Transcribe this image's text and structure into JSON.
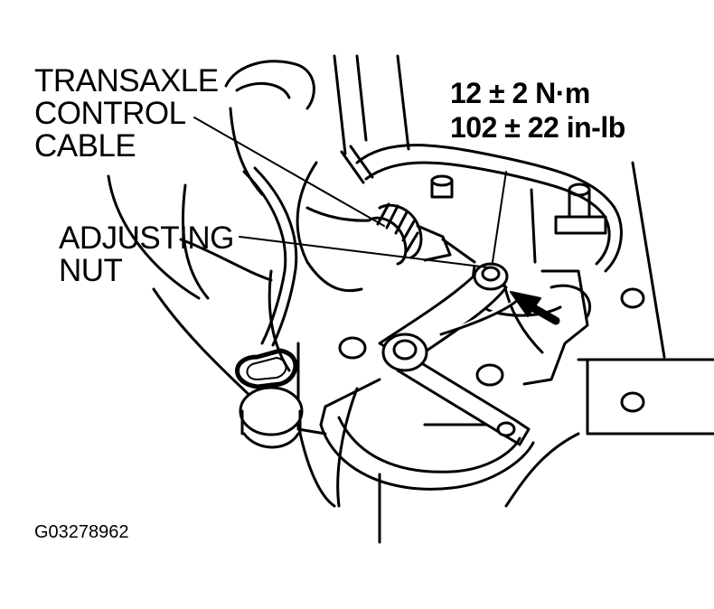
{
  "labels": {
    "cable_line1": "TRANSAXLE",
    "cable_line2": "CONTROL",
    "cable_line3": "CABLE",
    "nut_line1": "ADJUSTING",
    "nut_line2": "NUT",
    "torque_metric": "12 ± 2 N·m",
    "torque_imperial": "102 ± 22 in-lb"
  },
  "figure_id": "G03278962"
}
